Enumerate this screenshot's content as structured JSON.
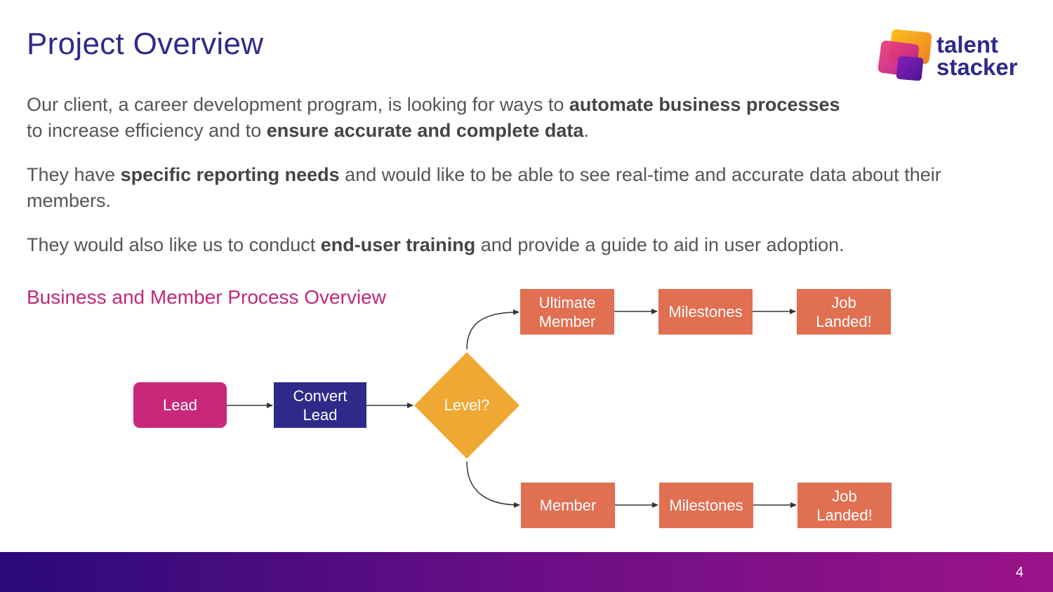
{
  "header": {
    "title": "Project Overview"
  },
  "logo": {
    "line1": "talent",
    "line2": "stacker",
    "colors": [
      "#f7a51b",
      "#e0338a",
      "#6d1bb5"
    ]
  },
  "paragraphs": {
    "p1": {
      "t1": "Our client, a career development program, is looking for ways to ",
      "b1": "automate business processes",
      "t2": " to increase efficiency and to ",
      "b2": "ensure accurate and complete data",
      "t3": "."
    },
    "p2": {
      "t1": "They have ",
      "b1": "specific reporting needs",
      "t2": " and would like to be able to see real-time and accurate data about their members."
    },
    "p3": {
      "t1": "They would also like us to conduct ",
      "b1": "end-user training",
      "t2": " and provide a guide to aid in user adoption."
    }
  },
  "diagram": {
    "subtitle": "Business and Member Process Overview",
    "nodes": {
      "lead": "Lead",
      "convert_l1": "Convert",
      "convert_l2": "Lead",
      "decision": "Level?",
      "ultimate_l1": "Ultimate",
      "ultimate_l2": "Member",
      "milestones_top": "Milestones",
      "job_top_l1": "Job",
      "job_top_l2": "Landed!",
      "member": "Member",
      "milestones_bottom": "Milestones",
      "job_bottom_l1": "Job",
      "job_bottom_l2": "Landed!"
    },
    "colors": {
      "lead": "#c9287a",
      "convert": "#2e2a8a",
      "decision": "#f0a834",
      "step": "#e16f51"
    }
  },
  "footer": {
    "page_number": "4"
  }
}
